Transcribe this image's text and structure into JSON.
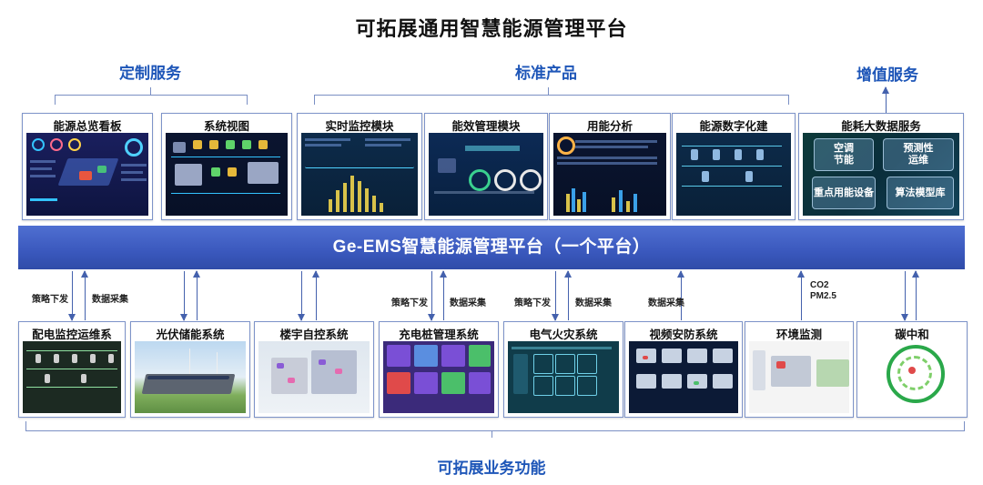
{
  "title": "可拓展通用智慧能源管理平台",
  "sections": {
    "custom": "定制服务",
    "standard": "标准产品",
    "value_added": "增值服务"
  },
  "top_cards": [
    {
      "label": "能源总览看板"
    },
    {
      "label": "系统视图"
    },
    {
      "label": "实时监控模块"
    },
    {
      "label": "能效管理模块"
    },
    {
      "label": "用能分析"
    },
    {
      "label": "能源数字化建"
    },
    {
      "label": "能耗大数据服务"
    }
  ],
  "bigdata_boxes": [
    "空调\n节能",
    "预测性\n运维",
    "重点用能设备",
    "算法模型库"
  ],
  "platform": "Ge-EMS智慧能源管理平台（一个平台）",
  "arrow_labels": {
    "strategy": "策略下发",
    "collect": "数据采集",
    "co2": "CO2",
    "pm25": "PM2.5"
  },
  "bottom_cards": [
    {
      "label": "配电监控运维系"
    },
    {
      "label": "光伏储能系统"
    },
    {
      "label": "楼宇自控系统"
    },
    {
      "label": "充电桩管理系统"
    },
    {
      "label": "电气火灾系统"
    },
    {
      "label": "视频安防系统"
    },
    {
      "label": "环境监测"
    },
    {
      "label": "碳中和"
    }
  ],
  "bottom_section": "可拓展业务功能",
  "colors": {
    "accent": "#1e56b8",
    "platform": "#3a58bd",
    "arrow": "#4461ad"
  }
}
